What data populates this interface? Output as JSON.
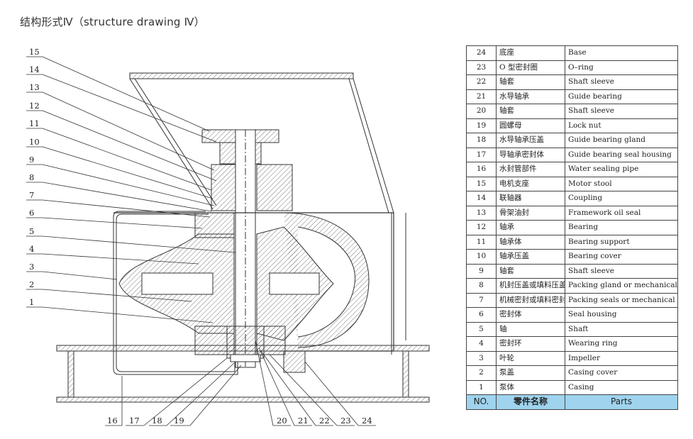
{
  "title": "结构形式Ⅳ（structure drawing Ⅳ）",
  "left_callouts": [
    "15",
    "14",
    "13",
    "12",
    "11",
    "10",
    "9",
    "8",
    "7",
    "6",
    "5",
    "4",
    "3",
    "2",
    "1"
  ],
  "bottom_callouts": [
    "16",
    "17",
    "18",
    "19",
    "20",
    "21",
    "22",
    "23",
    "24"
  ],
  "table": {
    "header": {
      "no": "NO.",
      "cn": "零件名称",
      "en": "Parts"
    },
    "rows": [
      {
        "no": "24",
        "cn": "底座",
        "en": "Base"
      },
      {
        "no": "23",
        "cn": "O 型密封圈",
        "en": "O–ring"
      },
      {
        "no": "22",
        "cn": "轴套",
        "en": "Shaft sleeve"
      },
      {
        "no": "21",
        "cn": "水导轴承",
        "en": "Guide bearing"
      },
      {
        "no": "20",
        "cn": "轴套",
        "en": "Shaft sleeve"
      },
      {
        "no": "19",
        "cn": "圆螺母",
        "en": "Lock nut"
      },
      {
        "no": "18",
        "cn": "水导轴承压盖",
        "en": "Guide bearing gland"
      },
      {
        "no": "17",
        "cn": "导轴承密封体",
        "en": "Guide bearing seal housing"
      },
      {
        "no": "16",
        "cn": "水封管部件",
        "en": "Water sealing pipe"
      },
      {
        "no": "15",
        "cn": "电机支座",
        "en": "Motor stool"
      },
      {
        "no": "14",
        "cn": "联轴器",
        "en": "Coupling"
      },
      {
        "no": "13",
        "cn": "骨架油封",
        "en": "Framework oil seal"
      },
      {
        "no": "12",
        "cn": "轴承",
        "en": "Bearing"
      },
      {
        "no": "11",
        "cn": "轴承体",
        "en": "Bearing support"
      },
      {
        "no": "10",
        "cn": "轴承压盖",
        "en": "Bearing cover"
      },
      {
        "no": "9",
        "cn": "轴套",
        "en": "Shaft sleeve"
      },
      {
        "no": "8",
        "cn": "机封压盖或填料压盖",
        "en": "Packing gland or mechanical"
      },
      {
        "no": "7",
        "cn": "机械密封或填料密封",
        "en": "Packing seals or mechanical"
      },
      {
        "no": "6",
        "cn": "密封体",
        "en": "Seal housing"
      },
      {
        "no": "5",
        "cn": "轴",
        "en": "Shaft"
      },
      {
        "no": "4",
        "cn": "密封环",
        "en": "Wearing ring"
      },
      {
        "no": "3",
        "cn": "叶轮",
        "en": "Impeller"
      },
      {
        "no": "2",
        "cn": "泵盖",
        "en": "Casing cover"
      },
      {
        "no": "1",
        "cn": "泵体",
        "en": "Casing"
      }
    ]
  }
}
